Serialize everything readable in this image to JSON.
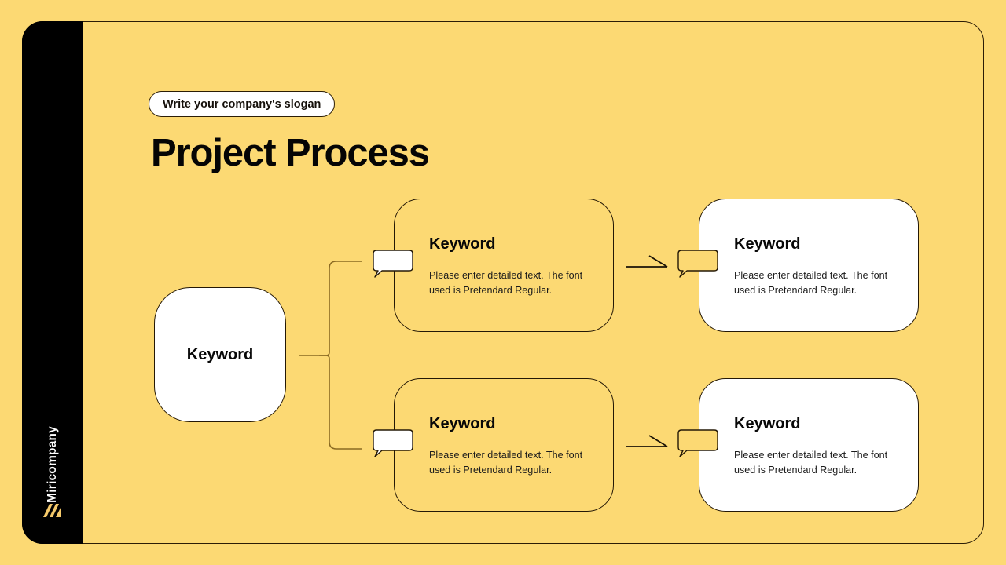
{
  "theme": {
    "background": "#FCD973",
    "ink": "#241806",
    "rail_background": "#000000",
    "card_fill": "#FFFFFF",
    "logo_color": "#F5C96A",
    "connector_color": "#8a6a22"
  },
  "rail": {
    "company_name": "Miricompany",
    "logo_icon": "miricompany-logo-icon"
  },
  "header": {
    "slogan": "Write your company's slogan",
    "title": "Project Process"
  },
  "diagram": {
    "root": {
      "label": "Keyword"
    },
    "cards": [
      {
        "id": "card-1",
        "title": "Keyword",
        "body": "Please enter detailed text. The font used is Pretendard Regular.",
        "style": "outline",
        "badge_icon": "speech-bubble-badge-white"
      },
      {
        "id": "card-2",
        "title": "Keyword",
        "body": "Please enter detailed text. The font used is Pretendard Regular.",
        "style": "filled",
        "badge_icon": "speech-bubble-badge-yellow"
      },
      {
        "id": "card-3",
        "title": "Keyword",
        "body": "Please enter detailed text. The font used is Pretendard Regular.",
        "style": "outline",
        "badge_icon": "speech-bubble-badge-white"
      },
      {
        "id": "card-4",
        "title": "Keyword",
        "body": "Please enter detailed text. The font used is Pretendard Regular.",
        "style": "filled",
        "badge_icon": "speech-bubble-badge-yellow"
      }
    ]
  }
}
